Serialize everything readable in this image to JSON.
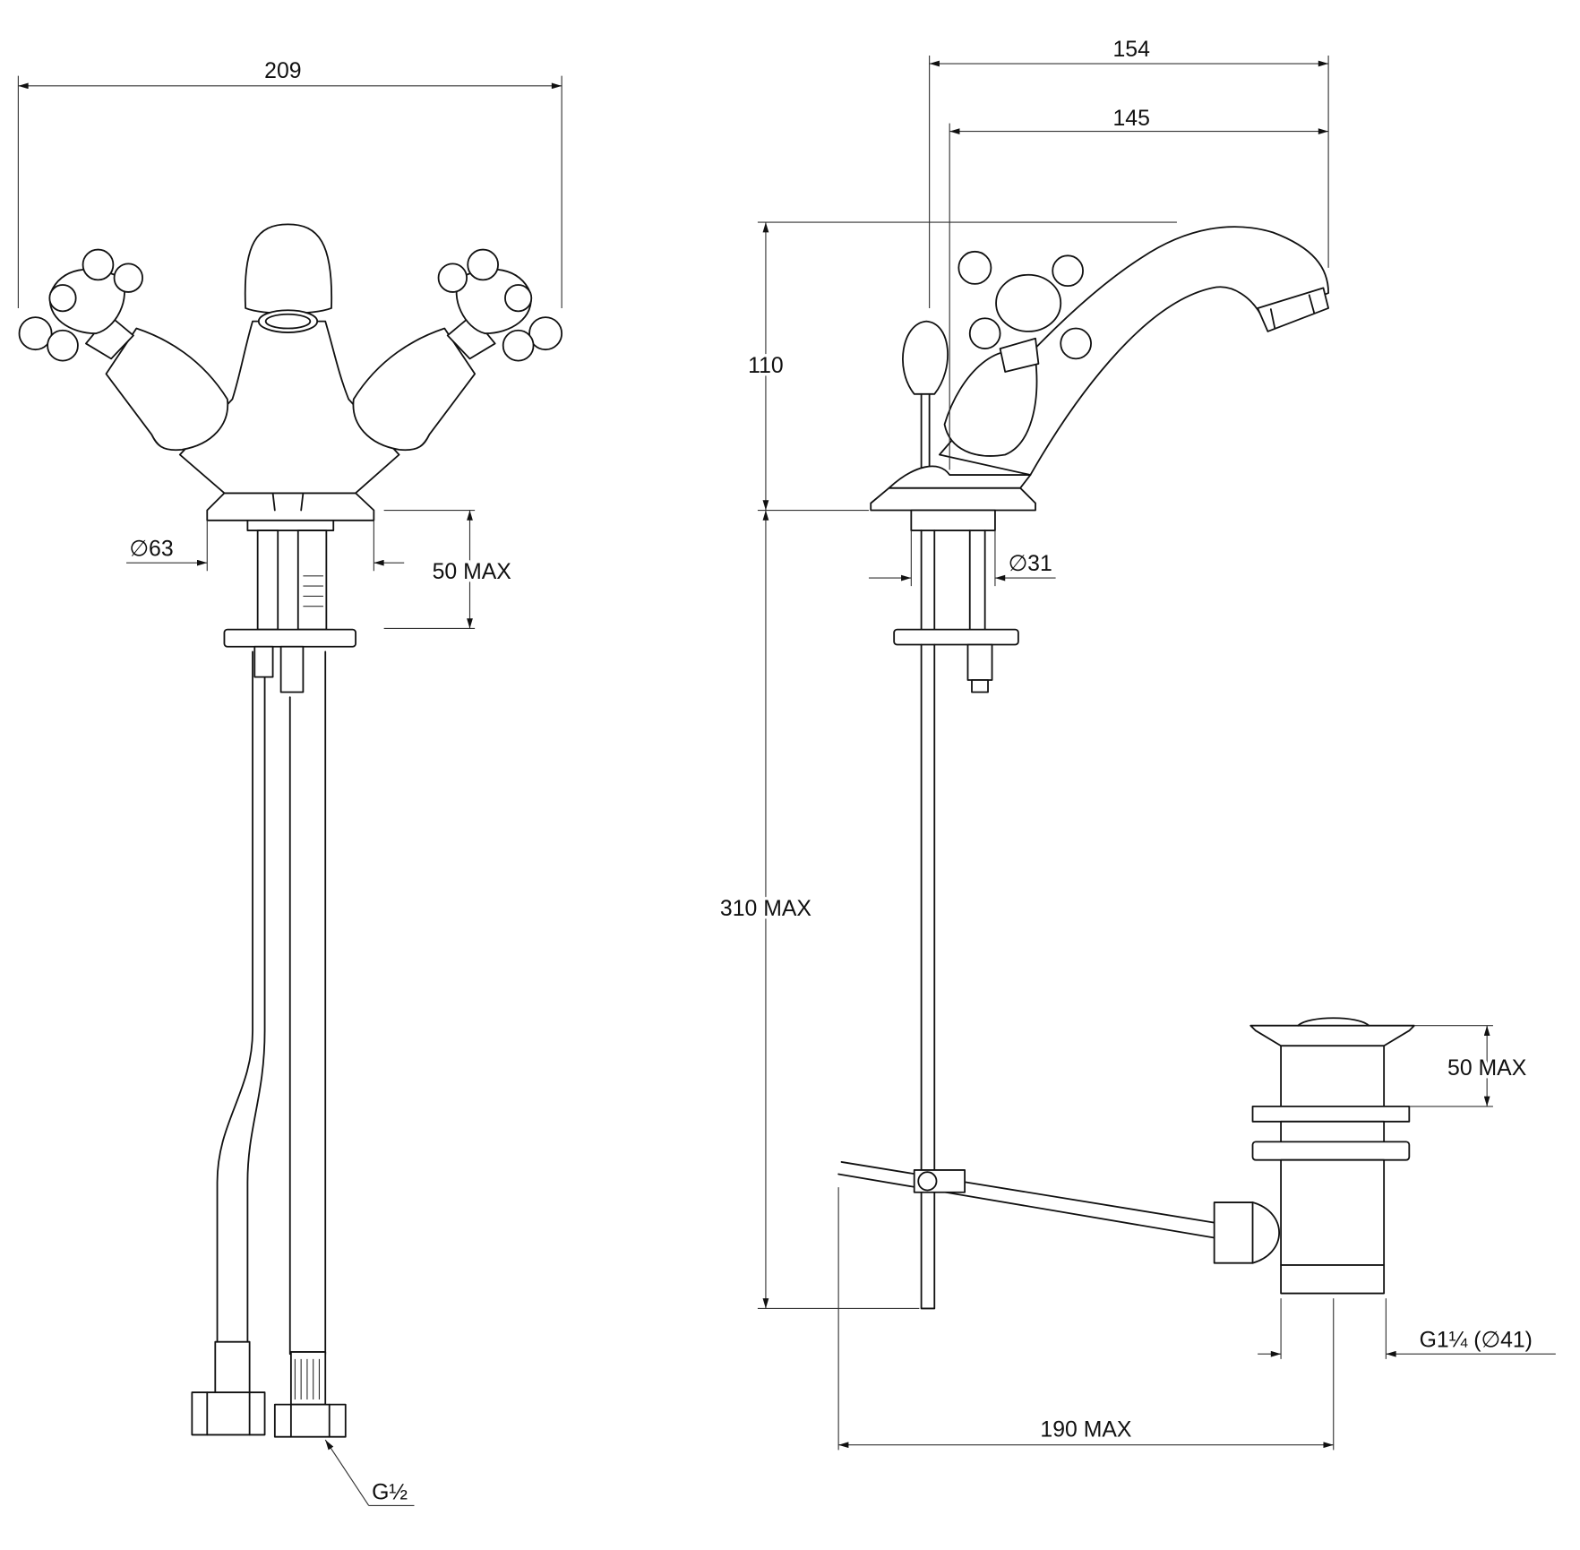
{
  "drawing": {
    "front_view": {
      "overall_width": "209",
      "base_diameter": "∅63",
      "mounting_thickness": "50 MAX",
      "hose_connection": "G½"
    },
    "side_view": {
      "projection_outer": "154",
      "projection_spout": "145",
      "height": "110",
      "hose_length": "310 MAX",
      "shank_diameter": "∅31",
      "waste_thickness": "50 MAX",
      "waste_thread": "G1¼ (∅41)",
      "rod_reach": "190 MAX"
    },
    "colors": {
      "line": "#111111",
      "background": "#ffffff"
    }
  }
}
